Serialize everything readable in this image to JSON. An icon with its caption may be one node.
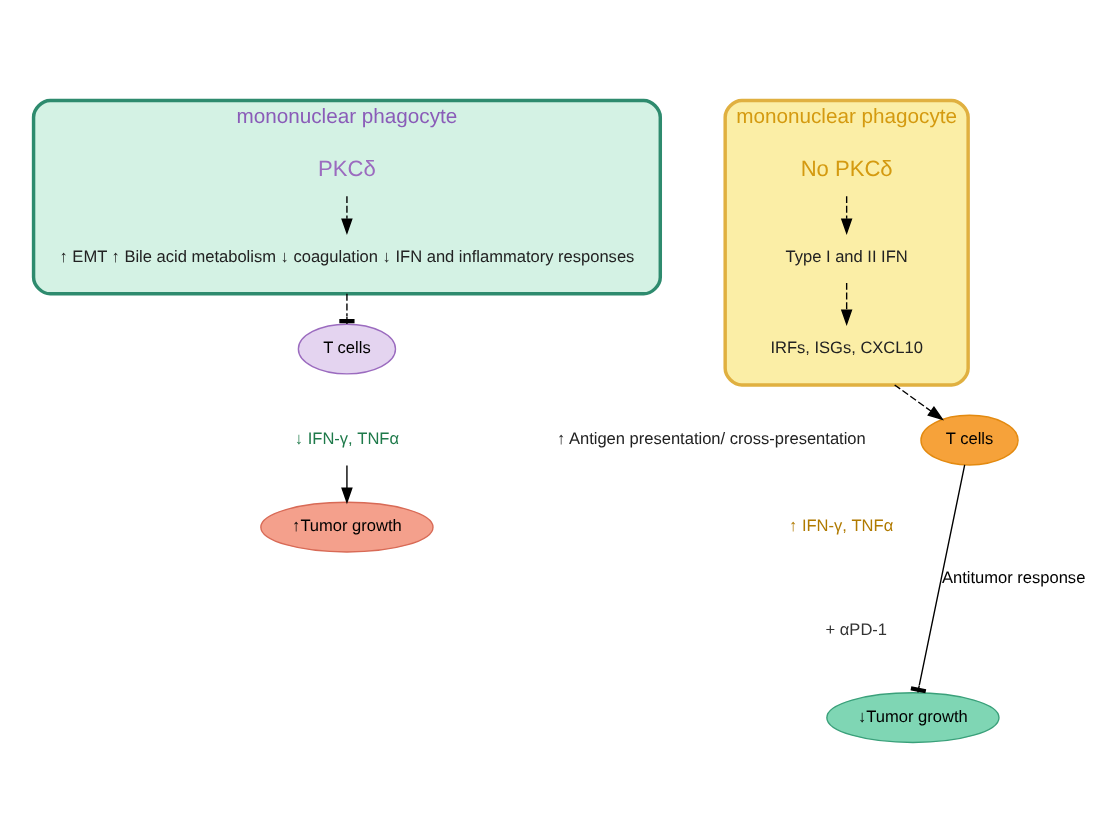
{
  "diagram": {
    "nodes": [
      {
        "text": [
          "mononuclear phagocyte"
        ]
      },
      {
        "text": [
          "PKCδ"
        ],
        "in": 0
      },
      {
        "text": [
          "↑ EMT ↑ Bile acid metabolism ↓ coagulation ↓ IFN and inflammatory responses"
        ],
        "in": 0
      },
      {
        "text": [
          "T cells"
        ]
      },
      {
        "text": [
          "↓ IFN-γ, TNFα"
        ]
      },
      {
        "text": [
          "↑Tumor growth"
        ]
      },
      {
        "text": [
          "mononuclear phagocyte"
        ]
      },
      {
        "text": [
          "No PKCδ"
        ],
        "in": 6
      },
      {
        "text": [
          "Type I and II IFN"
        ],
        "in": 6
      },
      {
        "text": [
          "IRFs, ISGs, CXCL10"
        ],
        "in": 6
      },
      {
        "text": [
          "↑ Antigen presentation/ cross-presentation"
        ]
      },
      {
        "text": [
          "T cells"
        ]
      },
      {
        "text": [
          "↑ IFN-γ, TNFα"
        ]
      },
      {
        "text": [
          "↓Tumor growth"
        ]
      }
    ],
    "edges": [
      {
        "from": 1,
        "to": 2,
        "arrow": "to",
        "style": "dashed"
      },
      {
        "from": 0,
        "to": 3,
        "arrow": "other",
        "style": "dashed"
      },
      {
        "from": 4,
        "to": 5,
        "arrow": "to"
      },
      {
        "from": 7,
        "to": 8,
        "arrow": "to",
        "style": "dashed"
      },
      {
        "from": 8,
        "to": 9,
        "arrow": "to",
        "style": "dashed"
      },
      {
        "from": 6,
        "to": 11,
        "arrow": "to",
        "style": "dashed"
      },
      {
        "from": 11,
        "to": 13,
        "arrow": "other",
        "label": "Antitumor response"
      }
    ],
    "labels": [
      "+ αPD-1"
    ]
  }
}
